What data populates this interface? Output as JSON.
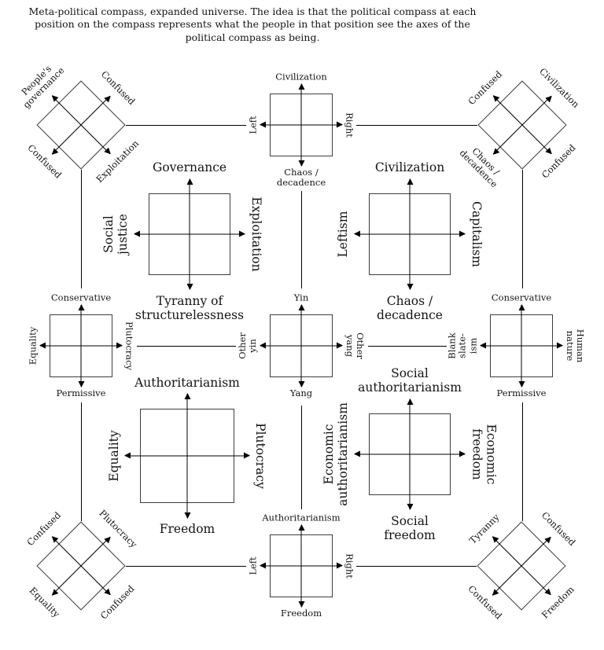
{
  "title": "Meta-political compass, expanded universe. The idea is that the political compass at each\nposition on the compass represents what the people in that position see the axes of the\npolitical compass as being.",
  "colors": {
    "background": "#ffffff",
    "line": "#000000",
    "square_border": "#3d3d3d",
    "text": "#141414"
  },
  "compasses": {
    "top_left_diamond": {
      "up_left": "People's\ngovernance",
      "up_right": "Confused",
      "down_left": "Confused",
      "down_right": "Exploitation"
    },
    "top_center": {
      "top": "Civilization",
      "left": "Left",
      "right": "Right",
      "bottom": "Chaos /\ndecadence"
    },
    "top_right_diamond": {
      "up_left": "Confused",
      "up_right": "Civilization",
      "down_left": "Chaos /\ndecadence",
      "down_right": "Confused"
    },
    "middle_left": {
      "top": "Conservative",
      "left": "Equality",
      "right": "Plutocracy",
      "bottom": "Permissive"
    },
    "center": {
      "top": "Yin",
      "left": "Other\nyin",
      "right": "Other\nyang",
      "bottom": "Yang"
    },
    "middle_right": {
      "top": "Conservative",
      "left": "Blank\nslate-\nism",
      "right": "Human\nnature",
      "bottom": "Permissive"
    },
    "bottom_left_diamond": {
      "up_left": "Confused",
      "up_right": "Plutocracy",
      "down_left": "Equality",
      "down_right": "Confused"
    },
    "bottom_center": {
      "top": "Authoritarianism",
      "left": "Left",
      "right": "Right",
      "bottom": "Freedom"
    },
    "bottom_right_diamond": {
      "up_left": "Tyranny",
      "up_right": "Confused",
      "down_left": "Confused",
      "down_right": "Freedom"
    },
    "inner_upper_left": {
      "top": "Governance",
      "left": "Social\njustice",
      "right": "Exploitation",
      "bottom": "Tyranny of\nstructurelessness"
    },
    "inner_upper_right": {
      "top": "Civilization",
      "left": "Leftism",
      "right": "Capitalism",
      "bottom": "Chaos /\ndecadence"
    },
    "inner_lower_left": {
      "top": "Authoritarianism",
      "left": "Equality",
      "right": "Plutocracy",
      "bottom": "Freedom"
    },
    "inner_lower_right": {
      "top": "Social\nauthoritarianism",
      "left": "Economic\nauthoritarianism",
      "right": "Economic\nfreedom",
      "bottom": "Social\nfreedom"
    }
  }
}
